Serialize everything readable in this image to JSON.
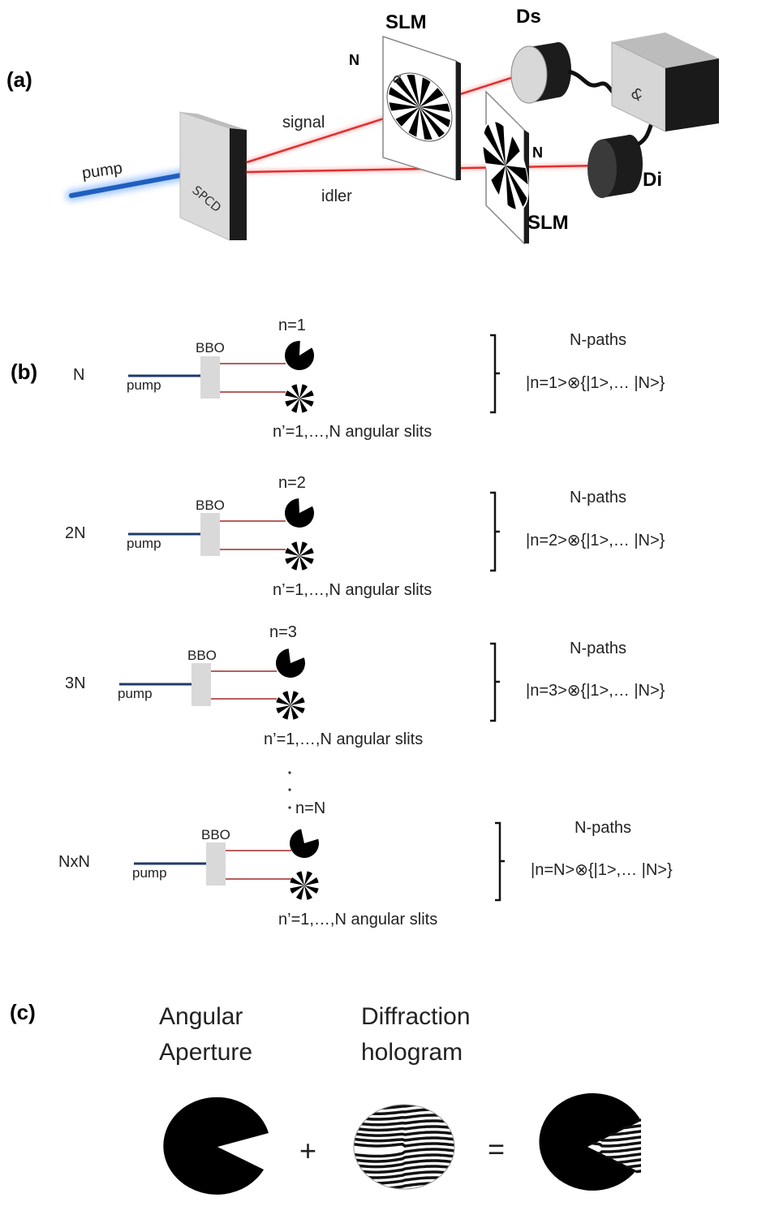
{
  "panel_a": {
    "label": "(a)",
    "pump_label": "pump",
    "crystal_label": "SPCD",
    "signal_label": "signal",
    "idler_label": "idler",
    "slm_top_label": "SLM",
    "slm_bottom_label": "SLM",
    "n_top_label": "N",
    "n_bottom_label": "N",
    "alpha_label": "α",
    "detector_s_label": "Ds",
    "detector_i_label": "Di",
    "coincidence_label": "&"
  },
  "panel_b": {
    "label": "(b)",
    "rows": [
      {
        "side": "N",
        "crystal": "BBO",
        "pump": "pump",
        "n_label": "n=1",
        "slits": "n’=1,…,N angular slits",
        "paths": "N-paths",
        "state": "|n=1>⊗{|1>,… |N>}"
      },
      {
        "side": "2N",
        "crystal": "BBO",
        "pump": "pump",
        "n_label": "n=2",
        "slits": "n’=1,…,N angular slits",
        "paths": "N-paths",
        "state": "|n=2>⊗{|1>,… |N>}"
      },
      {
        "side": "3N",
        "crystal": "BBO",
        "pump": "pump",
        "n_label": "n=3",
        "slits": "n’=1,…,N angular slits",
        "paths": "N-paths",
        "state": "|n=3>⊗{|1>,… |N>}"
      },
      {
        "side": "NxN",
        "crystal": "BBO",
        "pump": "pump",
        "n_label": "n=N",
        "slits": "n’=1,…,N angular slits",
        "paths": "N-paths",
        "state": "|n=N>⊗{|1>,… |N>}"
      }
    ]
  },
  "panel_c": {
    "label": "(c)",
    "aperture_line1": "Angular",
    "aperture_line2": "Aperture",
    "hologram_line1": "Diffraction",
    "hologram_line2": "hologram",
    "plus": "+",
    "equals": "="
  },
  "colors": {
    "pump": "#1f5fbf",
    "beam": "#e03030",
    "thin_beam": "#a02828",
    "pump_line": "#1f3a6a"
  }
}
